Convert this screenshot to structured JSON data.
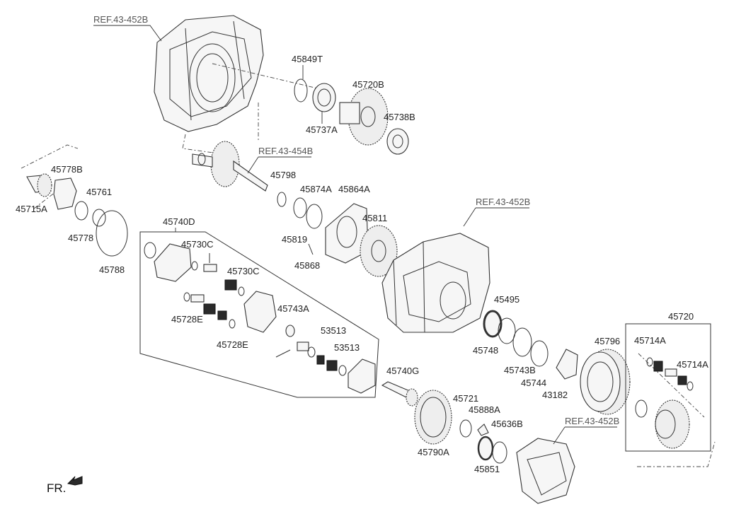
{
  "diagram": {
    "fr_label": "FR.",
    "refs": [
      {
        "id": "ref-top",
        "text": "REF.43-452B"
      },
      {
        "id": "ref-shaft",
        "text": "REF.43-454B"
      },
      {
        "id": "ref-case",
        "text": "REF.43-452B"
      },
      {
        "id": "ref-cover",
        "text": "REF.43-452B"
      }
    ],
    "labels": {
      "p45849T": "45849T",
      "p45720B": "45720B",
      "p45737A": "45737A",
      "p45738B": "45738B",
      "p45778B": "45778B",
      "p45761": "45761",
      "p45715A": "45715A",
      "p45778": "45778",
      "p45788": "45788",
      "p45798": "45798",
      "p45874A": "45874A",
      "p45864A": "45864A",
      "p45819": "45819",
      "p45811": "45811",
      "p45868": "45868",
      "p45740D": "45740D",
      "p45730C_1": "45730C",
      "p45730C_2": "45730C",
      "p45743A": "45743A",
      "p45728E_1": "45728E",
      "p45728E_2": "45728E",
      "p53513_1": "53513",
      "p53513_2": "53513",
      "p45495": "45495",
      "p45748": "45748",
      "p45743B": "45743B",
      "p45744": "45744",
      "p43182": "43182",
      "p45796": "45796",
      "p45720": "45720",
      "p45714A_1": "45714A",
      "p45714A_2": "45714A",
      "p45740G": "45740G",
      "p45721": "45721",
      "p45888A": "45888A",
      "p45636B": "45636B",
      "p45790A": "45790A",
      "p45851": "45851"
    }
  }
}
